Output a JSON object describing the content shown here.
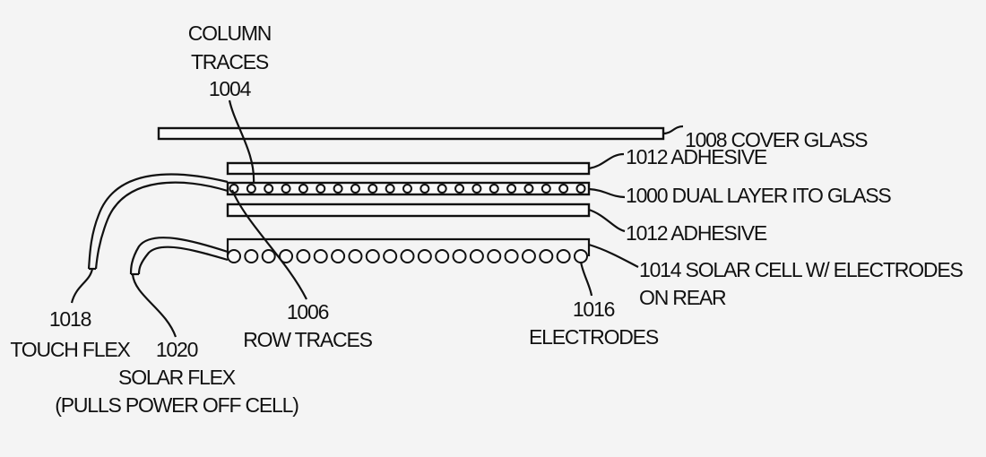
{
  "labels": {
    "column_traces": {
      "line1": "COLUMN",
      "line2": "TRACES",
      "number": "1004"
    },
    "cover_glass": "1008 COVER GLASS",
    "adhesive_top": "1012 ADHESIVE",
    "ito_glass": "1000 DUAL LAYER ITO GLASS",
    "adhesive_bottom": "1012 ADHESIVE",
    "solar_cell": {
      "line1": "1014 SOLAR CELL W/ ELECTRODES",
      "line2": "ON REAR"
    },
    "electrodes": {
      "number": "1016",
      "name": "ELECTRODES"
    },
    "row_traces": {
      "number": "1006",
      "name": "ROW TRACES"
    },
    "touch_flex": {
      "number": "1018",
      "name": "TOUCH FLEX"
    },
    "solar_flex": {
      "number": "1020",
      "name": "SOLAR FLEX",
      "note": "(PULLS POWER OFF CELL)"
    }
  },
  "trace_count": 21,
  "electrode_count": 21
}
